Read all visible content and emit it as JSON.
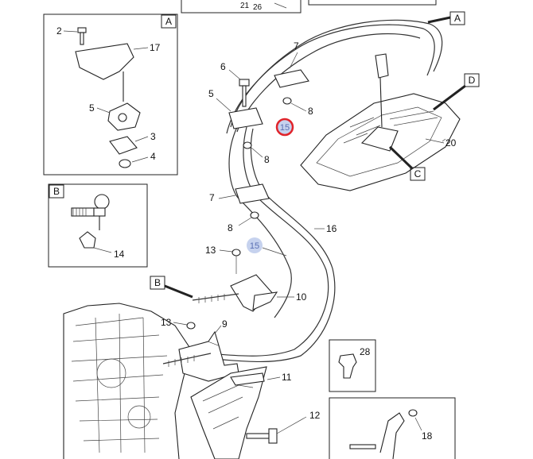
{
  "parts": {
    "p2": "2",
    "p17": "17",
    "p5a": "5",
    "p3": "3",
    "p4": "4",
    "p14": "14",
    "p6": "6",
    "p5b": "5",
    "p7a": "7",
    "p8a": "8",
    "p8b": "8",
    "p7b": "7",
    "p8c": "8",
    "p16": "16",
    "p13a": "13",
    "p13b": "13",
    "p10": "10",
    "p9": "9",
    "p11": "11",
    "p12": "12",
    "p20": "20",
    "p28": "28",
    "p18": "18",
    "p21": "21",
    "p26": "26"
  },
  "callouts": {
    "a_detail": "A",
    "b_detail": "B",
    "a_pointer": "A",
    "b_pointer": "B",
    "c_pointer": "C",
    "d_pointer": "D"
  },
  "hotspots": {
    "selected": "15",
    "secondary": "15"
  },
  "colors": {
    "selected_ring": "#e0242b",
    "hotspot_fill": "#c6d2ee",
    "hotspot_text": "#5a6fb3"
  }
}
